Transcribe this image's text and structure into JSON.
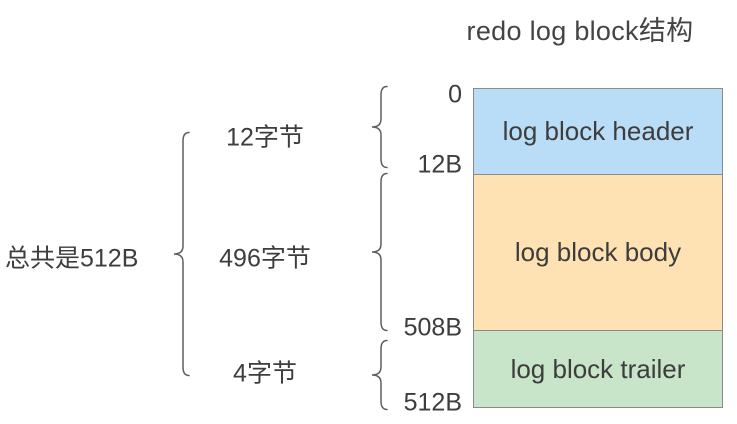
{
  "title": "redo log block结构",
  "total_size_label": "总共是512B",
  "blocks": [
    {
      "name": "header",
      "label": "log block header",
      "size_label": "12字节",
      "color": "#b9ddf6"
    },
    {
      "name": "body",
      "label": "log block body",
      "size_label": "496字节",
      "color": "#fee2b3"
    },
    {
      "name": "trailer",
      "label": "log block trailer",
      "size_label": "4字节",
      "color": "#c8e5c9"
    }
  ],
  "offsets": [
    "0",
    "12B",
    "508B",
    "512B"
  ],
  "colors": {
    "block_border": "#8b8b8b",
    "text": "#3d3d3d",
    "brace_stroke": "#5f5f5f",
    "background": "#ffffff"
  }
}
